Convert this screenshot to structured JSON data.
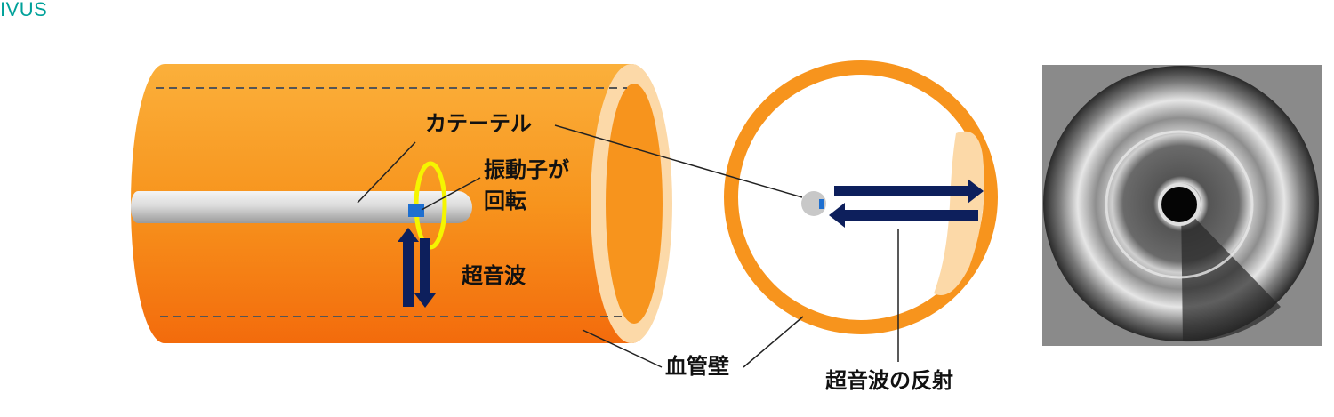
{
  "title": "IVUS",
  "labels": {
    "catheter": "カテーテル",
    "transducer_line1": "振動子が",
    "transducer_line2": "回転",
    "ultrasound": "超音波",
    "vessel_wall": "血管壁",
    "reflection": "超音波の反射"
  },
  "colors": {
    "title": "#00a19a",
    "vessel": "#f7941d",
    "vessel_light": "#fcc98a",
    "arrow": "#0d1f5c",
    "ring": "#f5f500",
    "transducer": "#1e6fd0"
  }
}
